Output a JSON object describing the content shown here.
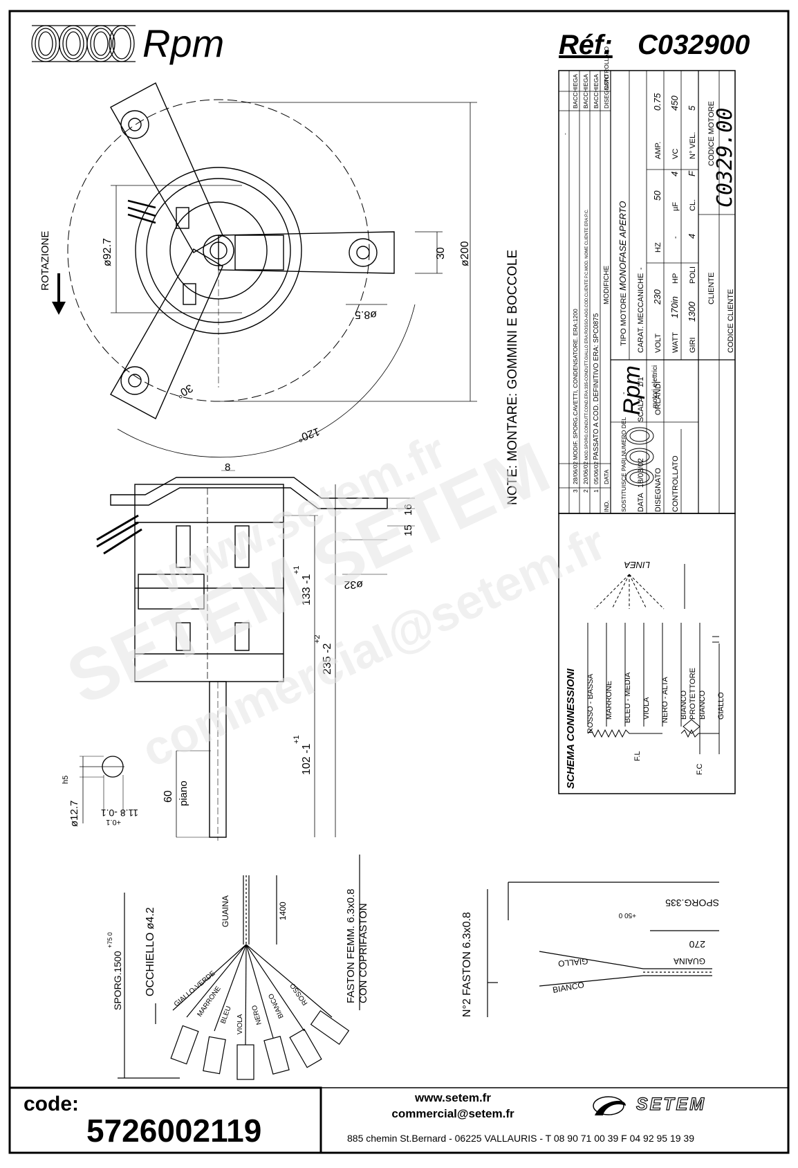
{
  "header": {
    "brand": "Rpm",
    "ref_label": "Réf:",
    "ref_code": "C032900"
  },
  "drawing": {
    "rotation_label": "ROTAZIONE",
    "dim_d92": "ø92.7",
    "dim_d200": "ø200",
    "dim_30": "30",
    "dim_d85": "ø8.5",
    "dim_30deg": "30°",
    "dim_120deg": "120°",
    "dim_8": "8",
    "dim_15": "15",
    "dim_16": "16",
    "dim_d32": "ø32",
    "dim_133": "133 -1",
    "dim_133_tol": "+1",
    "dim_235": "235 -2",
    "dim_235_tol": "+2",
    "dim_102": "102 -1",
    "dim_102_tol": "+1",
    "dim_60": "60",
    "dim_piano": "piano",
    "dim_d127": "ø12.7",
    "dim_h5": "h5",
    "dim_118": "11.8 -0.1",
    "dim_118_tol": "+0.1",
    "note": "NOTE:  MONTARE: GOMMINI E BOCCOLE"
  },
  "titleblock": {
    "revisions": [
      {
        "ind": "3",
        "date": "28/06/02",
        "text": "MODIF. SPORG.CAVETTI, CONDENSATORE. ERA:1200",
        "by": "BACCHIEGA"
      },
      {
        "ind": "2",
        "date": "20/06/02",
        "text": "MOD.SPORG.CONDUTT.COND.ERA:335-CONDUTT.GIALLO ERA:ROSSO-AGG.COD.CLIENTE P.C.MOD. NOME CLIENTE ERA:P.C.",
        "by": "BACCHIEGA"
      },
      {
        "ind": "1",
        "date": "05/06/02",
        "text": "PASSATO A COD. DEFINITIVO ERA: SPC0875",
        "by": "BACCHIEGA"
      }
    ],
    "rev_head_ind": "IND.",
    "rev_head_date": "DATA",
    "rev_head_modif": "MODIFICHE",
    "rev_head_drawn": "DISEGNATO",
    "rev_head_checked": "CONTROLLATO",
    "rev_dash": "-",
    "brand_sub": "motori elettrici",
    "tipo_label": "TIPO MOTORE",
    "tipo_value": "MONOFASE APERTO",
    "carat_label": "CARAT. MECCANICHE",
    "carat_value": "-",
    "volt_label": "VOLT",
    "volt_value": "230",
    "hz_label": "HZ",
    "hz_value": "50",
    "amp_label": "AMP.",
    "amp_value": "0.75",
    "watt_label": "WATT",
    "watt_value": "170in",
    "hp_label": "HP",
    "hp_value": "-",
    "uf_label": "µF",
    "uf_value": "4",
    "vc_label": "VC",
    "vc_value": "450",
    "giri_label": "GIRI",
    "giri_value": "1300",
    "poli_label": "POLI",
    "poli_value": "4",
    "cl_label": "CL.",
    "cl_value": "F",
    "nvel_label": "N° VEL.",
    "nvel_value": "5",
    "cliente_label": "CLIENTE",
    "codmot_label": "CODICE MOTORE",
    "codmot_value": "C0329.00",
    "codcli_label": "CODICE CLIENTE",
    "sost_label": "SOSTITUISCE PARI NUMERO DEL",
    "sost_value": "-",
    "data_label": "DATA",
    "data_value": "18/03/02",
    "scala_label": "SCALA",
    "scala_value": "1/1",
    "disegnato_label": "DISEGNATO",
    "disegnato_value": "ORLANDI",
    "controllato_label": "CONTROLLATO"
  },
  "schema": {
    "title": "SCHEMA CONNESSIONI",
    "linea": "LINEA",
    "wires": [
      "ROSSO - BASSA",
      "MARRONE",
      "BLEU - MEDIA",
      "VIOLA",
      "NERO - ALTA",
      "BIANCO",
      "PROTETTORE",
      "BIANCO",
      "GIALLO"
    ],
    "fl": "F.L",
    "fc": "F.C"
  },
  "cables": {
    "sporg": "SPORG.1500",
    "sporg_tol": "+75 0",
    "occhiello": "OCCHIELLO ø4.2",
    "guaina": "GUAINA",
    "len_1400": "1400",
    "faston": "FASTON FEMM. 6.3x0.8",
    "coprifaston": "CON COPRIFASTON",
    "wire_labels": [
      "GIALLO-VERDE",
      "MARRONE",
      "BLEU",
      "VIOLA",
      "NERO",
      "BIANCO",
      "ROSSO"
    ]
  },
  "capacitor_leads": {
    "faston": "N°2 FASTON 6.3x0.8",
    "sporg": "SPORG.335",
    "sporg_tol": "+50 0",
    "len_270": "270",
    "guaina": "GUAINA",
    "giallo": "GIALLO",
    "bianco": "BIANCO"
  },
  "watermark": {
    "line1": "www.setem.fr",
    "line2": "SETEM SETEM",
    "line3": "commercial@setem.fr"
  },
  "footer": {
    "code_label": "code:",
    "code_value": "5726002119",
    "web": "www.setem.fr",
    "email": "commercial@setem.fr",
    "address": "885 chemin St.Bernard  -  06225 VALLAURIS  -  T 08 90 71 00 39   F 04 92 95 19 39",
    "logo_text": "SETEM"
  }
}
